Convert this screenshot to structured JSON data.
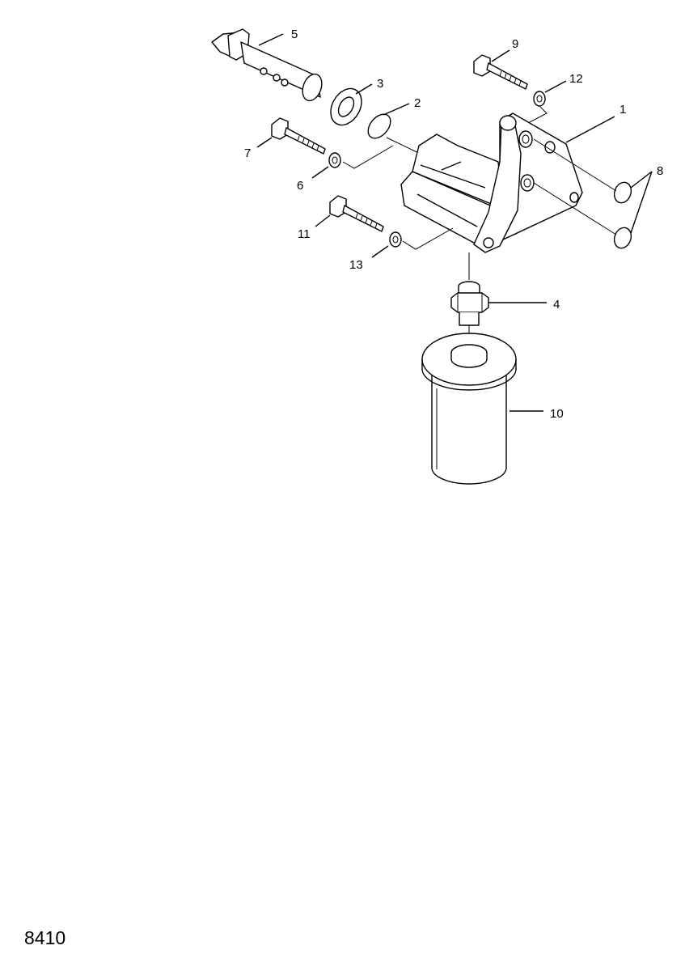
{
  "figure_code": "8410",
  "callouts": [
    "1",
    "2",
    "3",
    "4",
    "5",
    "6",
    "7",
    "8",
    "9",
    "10",
    "11",
    "12",
    "13"
  ]
}
